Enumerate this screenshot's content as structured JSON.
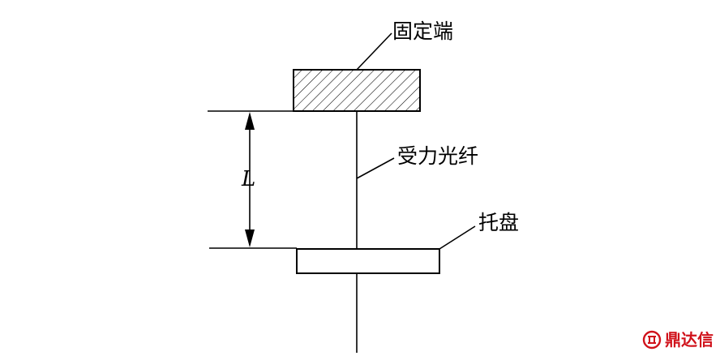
{
  "labels": {
    "fixed_end": "固定端",
    "fiber": "受力光纤",
    "tray": "托盘",
    "length": "L"
  },
  "watermark": {
    "text": "鼎达信",
    "color": "#d0121b"
  },
  "colors": {
    "line": "#000000",
    "background": "#ffffff"
  }
}
